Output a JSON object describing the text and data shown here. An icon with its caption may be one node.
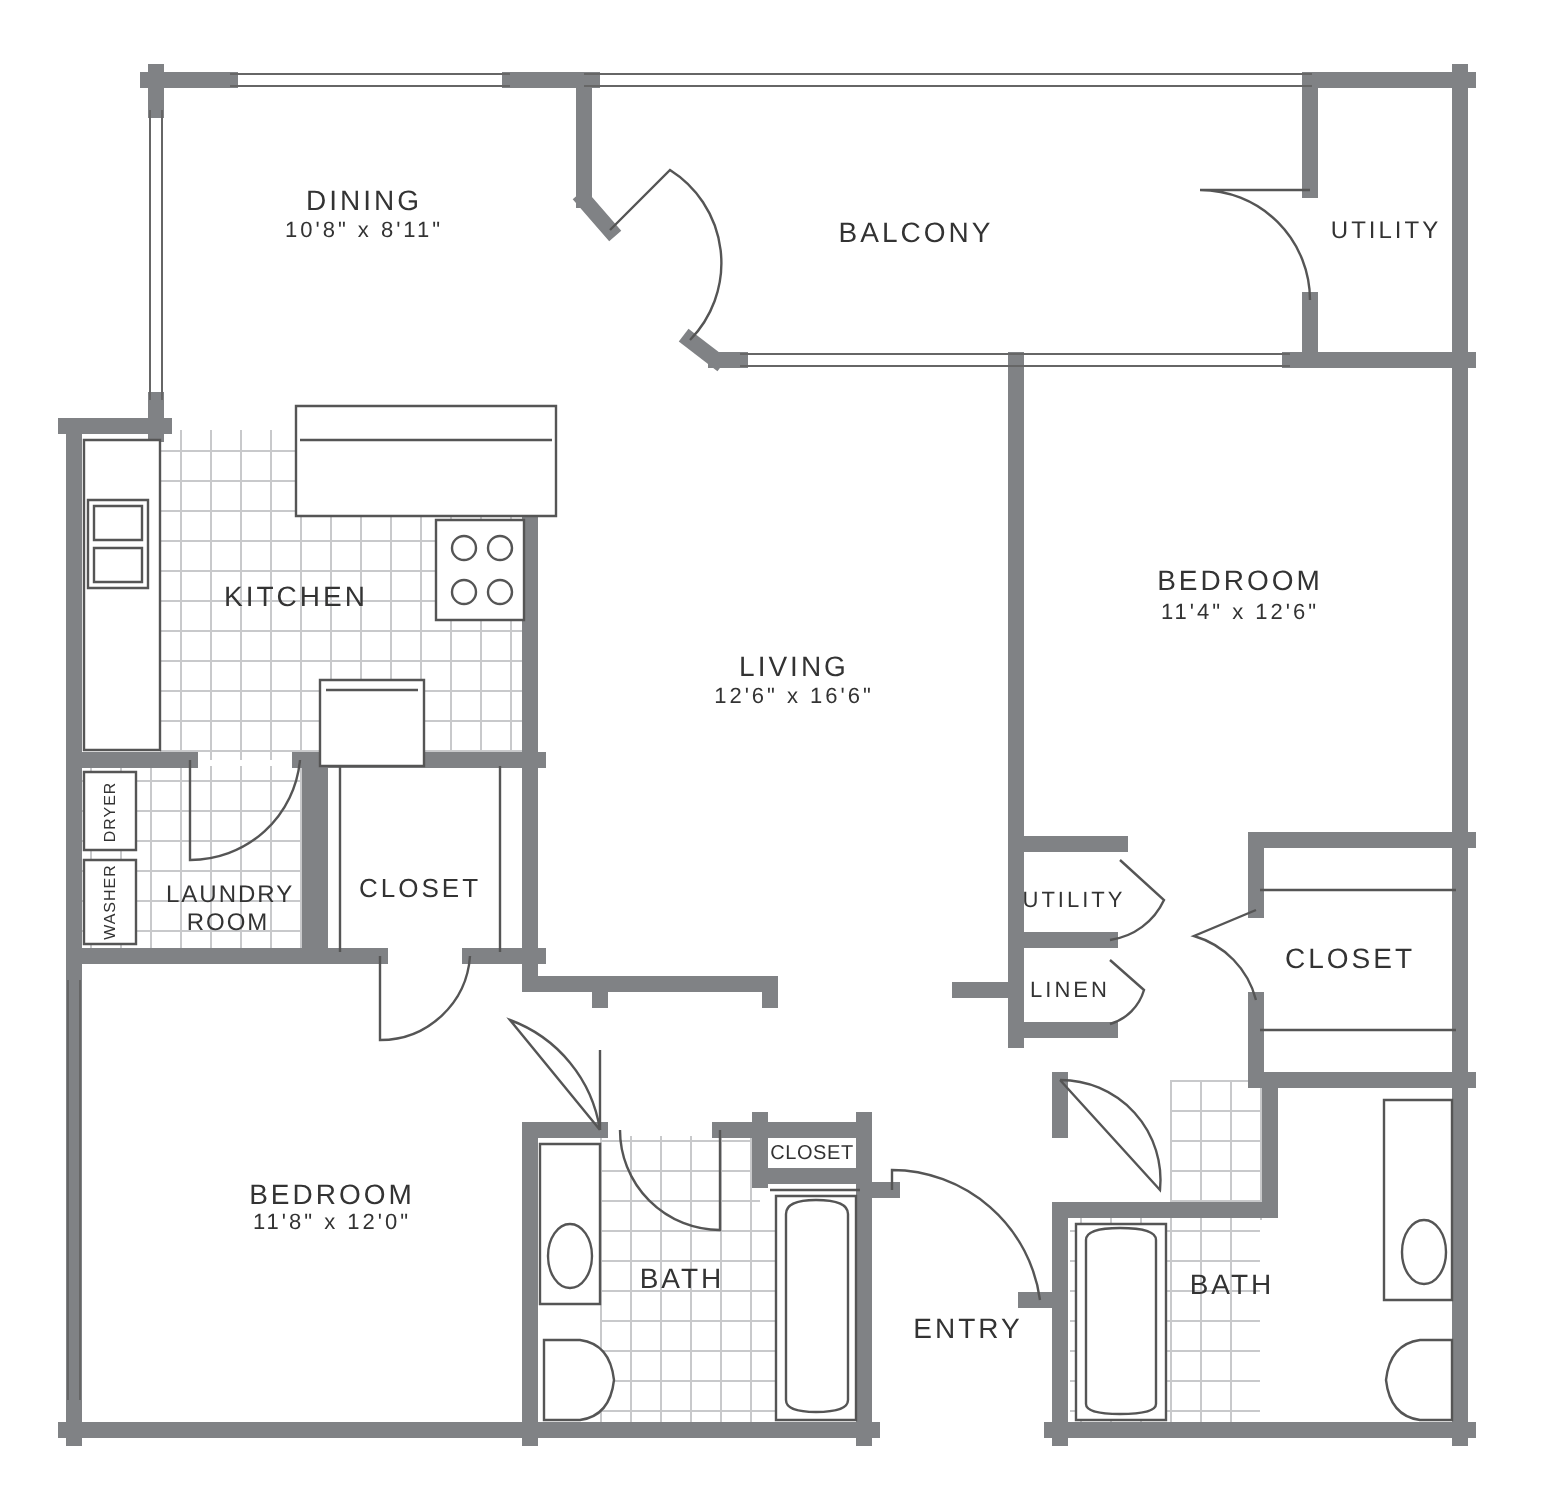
{
  "diagram": {
    "labels": [
      "DINING",
      "10'8\" x 8'11\"",
      "BALCONY",
      "UTILITY",
      "KITCHEN",
      "BEDROOM",
      "11'4\" x 12'6\"",
      "LIVING",
      "12'6\" x 16'6\"",
      "DRYER",
      "WASHER",
      "LAUNDRY ROOM",
      "CLOSET",
      "UTILITY",
      "CLOSET",
      "LINEN",
      "BEDROOM",
      "11'8\" x 12'0\"",
      "CLOSET",
      "BATH",
      "BATH",
      "ENTRY"
    ]
  }
}
